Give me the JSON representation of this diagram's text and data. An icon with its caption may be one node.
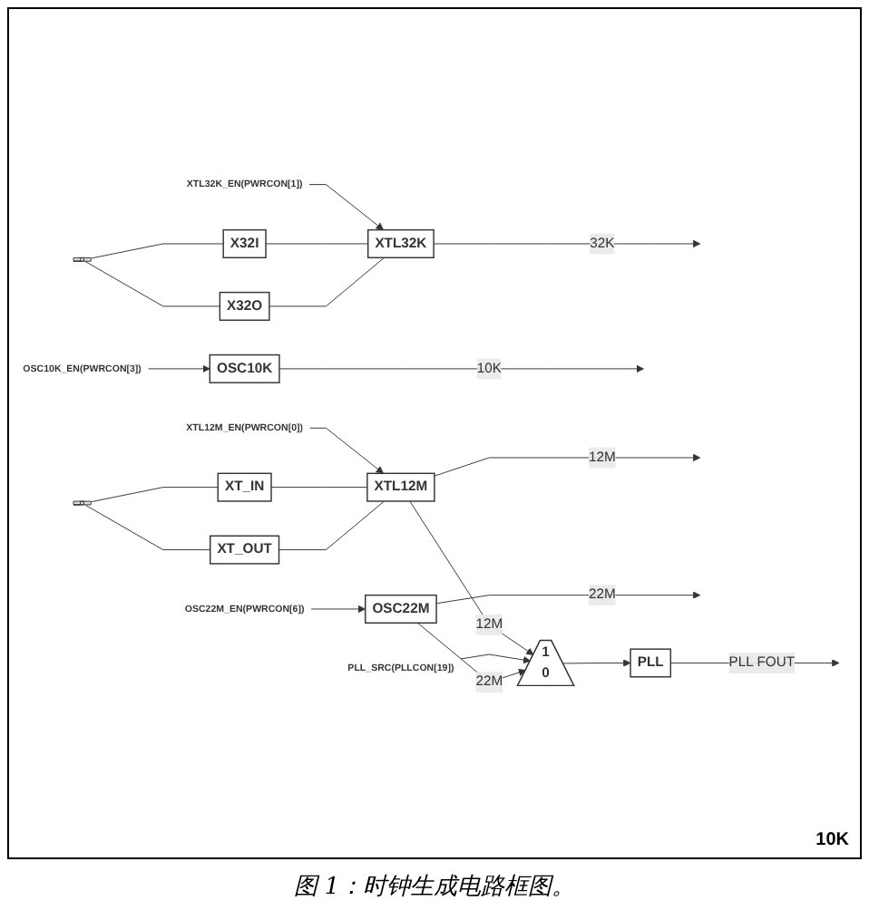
{
  "diagram": {
    "caption": "图 1：时钟生成电路框图。",
    "nodes": [
      {
        "text": [
          "XTL32K_EN(PWRCON[1])"
        ]
      },
      {
        "text": [
          "X32I"
        ]
      },
      {
        "text": [
          "X32O"
        ]
      },
      {
        "text": [],
        "shape": "crystal"
      },
      {
        "text": [
          "XTL32K"
        ]
      },
      {
        "text": [
          "XTL12M_EN(PWRCON[0])"
        ]
      },
      {
        "text": [],
        "shape": "crystal"
      },
      {
        "text": [
          "XT_IN"
        ]
      },
      {
        "text": [
          "XT_OUT"
        ]
      },
      {
        "text": [
          "XTL12M"
        ]
      },
      {
        "text": [
          "1",
          "0"
        ]
      },
      {
        "text": [
          "PLL_SRC(PLLCON[19])"
        ]
      },
      {
        "text": [
          "PLL"
        ]
      },
      {
        "text": [
          "OSC22M_EN(PWRCON[6])"
        ]
      },
      {
        "text": [
          "OSC22M"
        ]
      },
      {
        "text": [
          "OSC10K_EN(PWRCON[3])"
        ]
      },
      {
        "text": [
          "OSC10K"
        ]
      }
    ],
    "edges": [
      {
        "from": 0,
        "to": 4,
        "arrow": "to"
      },
      {
        "from": 3,
        "to": 1,
        "arrow": "none"
      },
      {
        "from": 3,
        "to": 2,
        "arrow": "none"
      },
      {
        "from": 1,
        "to": 4,
        "arrow": "none"
      },
      {
        "from": 2,
        "to": 4,
        "arrow": "none"
      },
      {
        "from": 4,
        "to": null,
        "arrow": "to",
        "label": "32K"
      },
      {
        "from": 5,
        "to": 9,
        "arrow": "to"
      },
      {
        "from": 6,
        "to": 7,
        "arrow": "none"
      },
      {
        "from": 6,
        "to": 8,
        "arrow": "none"
      },
      {
        "from": 7,
        "to": 9,
        "arrow": "none"
      },
      {
        "from": 8,
        "to": 9,
        "arrow": "none"
      },
      {
        "from": 9,
        "to": null,
        "arrow": "to",
        "label": "12M"
      },
      {
        "from": 9,
        "to": 10,
        "arrow": "to",
        "label": "12M"
      },
      {
        "from": 11,
        "to": 10,
        "arrow": "to"
      },
      {
        "from": 10,
        "to": 12,
        "arrow": "to"
      },
      {
        "from": 12,
        "to": null,
        "arrow": "to",
        "label": "PLL FOUT"
      },
      {
        "from": 13,
        "to": 14,
        "arrow": "to"
      },
      {
        "from": 14,
        "to": 10,
        "arrow": "to",
        "label": "22M"
      },
      {
        "from": 14,
        "to": null,
        "arrow": "to",
        "label": "22M"
      },
      {
        "from": 15,
        "to": 16,
        "arrow": "to"
      },
      {
        "from": 16,
        "to": null,
        "arrow": "to",
        "label": "10K"
      }
    ],
    "labels": [
      "10K"
    ]
  }
}
